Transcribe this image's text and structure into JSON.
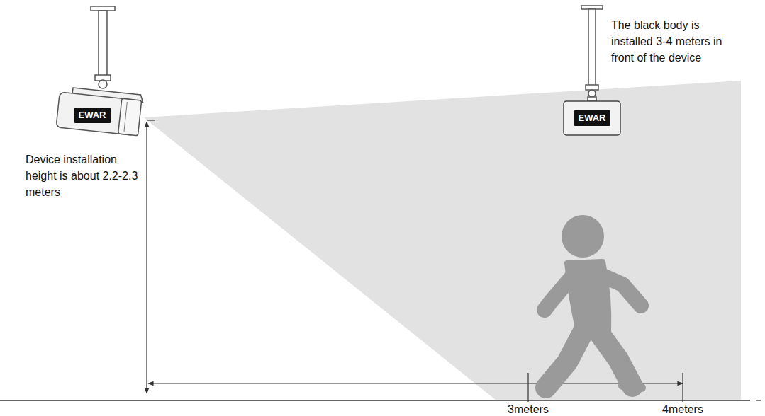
{
  "diagram": {
    "nodes": [
      {
        "text": [
          "EWAR"
        ]
      },
      {
        "text": [
          "EWAR"
        ]
      }
    ],
    "labels": [
      "The black body is installed 3-4 meters in front of the device",
      "Device installation height is about 2.2-2.3 meters",
      "3meters",
      "4meters"
    ]
  }
}
